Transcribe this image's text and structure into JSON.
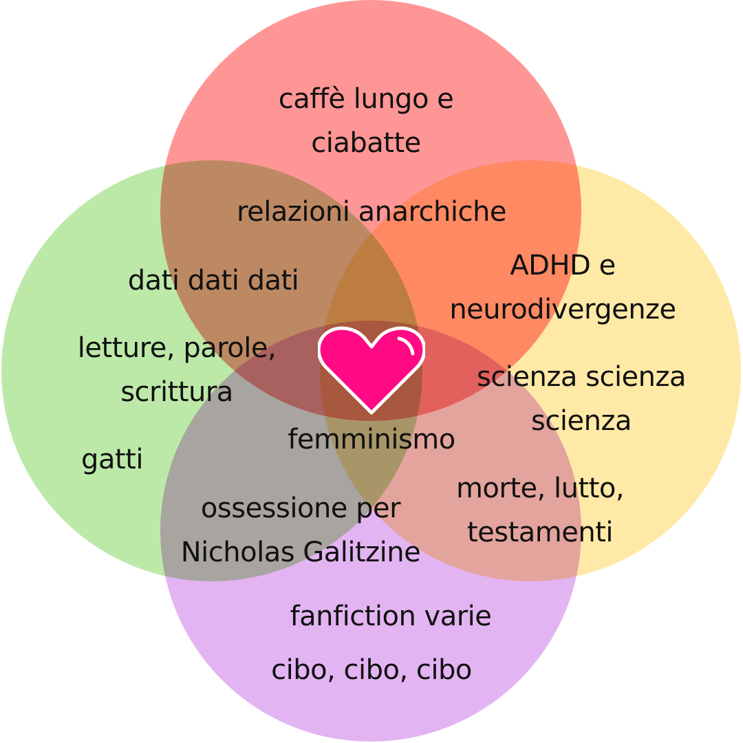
{
  "colors": {
    "top_circle": "#ff9696",
    "left_circle": "#bde9a8",
    "right_circle": "#ffe9a6",
    "bottom_circle": "#e3b4f2",
    "heart_fill": "#ff0a84",
    "heart_outline": "#ffffff",
    "text": "#111111"
  },
  "icons": {
    "center": "heart-icon"
  },
  "labels": {
    "caffe": [
      "caffè lungo e",
      "ciabatte"
    ],
    "relazioni": [
      "relazioni anarchiche"
    ],
    "dati": [
      "dati dati dati"
    ],
    "letture": [
      "letture, parole,",
      "scrittura"
    ],
    "gatti": [
      "gatti"
    ],
    "adhd": [
      "ADHD e",
      "neurodivergenze"
    ],
    "scienza": [
      "scienza scienza",
      "scienza"
    ],
    "femminismo": [
      "femminismo"
    ],
    "morte": [
      "morte, lutto,",
      "testamenti"
    ],
    "ossessione": [
      "ossessione per",
      "Nicholas Galitzine"
    ],
    "fanfiction": [
      "fanfiction varie"
    ],
    "cibo": [
      "cibo, cibo, cibo"
    ]
  }
}
